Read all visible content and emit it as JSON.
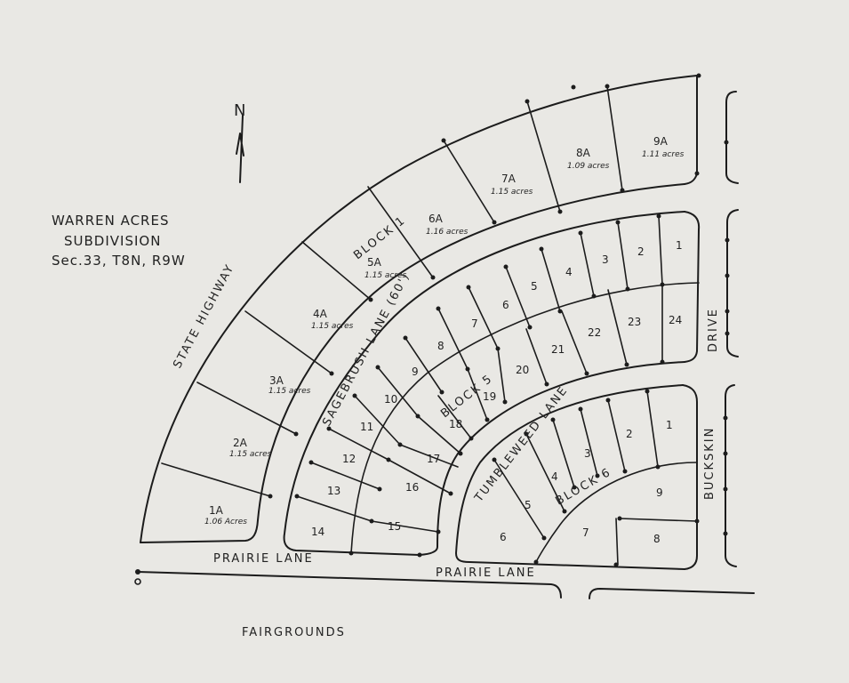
{
  "title": {
    "line1": "WARREN ACRES",
    "line2": "SUBDIVISION",
    "line3": "Sec.33, T8N, R9W"
  },
  "north": "N",
  "roads": {
    "highway": "STATE HIGHWAY",
    "sagebrush": "SAGEBRUSH LANE (60')",
    "tumbleweed": "TUMBLEWEED LANE",
    "prairie_west": "PRAIRIE LANE",
    "prairie_east": "PRAIRIE LANE",
    "drive": "DRIVE",
    "buckskin": "BUCKSKIN"
  },
  "fairgrounds": "FAIRGROUNDS",
  "blocks": {
    "block1": "BLOCK 1",
    "block5": "BLOCK 5",
    "block6": "BLOCK 6"
  },
  "block1_lots": [
    {
      "lot": "1A",
      "acres": "1.06 Acres"
    },
    {
      "lot": "2A",
      "acres": "1.15 acres"
    },
    {
      "lot": "3A",
      "acres": "1.15 acres"
    },
    {
      "lot": "4A",
      "acres": "1.15 acres"
    },
    {
      "lot": "5A",
      "acres": "1.15 acres"
    },
    {
      "lot": "6A",
      "acres": "1.16 acres"
    },
    {
      "lot": "7A",
      "acres": "1.15 acres"
    },
    {
      "lot": "8A",
      "acres": "1.09 acres"
    },
    {
      "lot": "9A",
      "acres": "1.11 acres"
    }
  ],
  "block5_lots": [
    "1",
    "2",
    "3",
    "4",
    "5",
    "6",
    "7",
    "8",
    "9",
    "10",
    "11",
    "12",
    "13",
    "14",
    "15",
    "16",
    "17",
    "18",
    "19",
    "20",
    "21",
    "22",
    "23",
    "24"
  ],
  "block6_lots": [
    "1",
    "2",
    "3",
    "4",
    "5",
    "6",
    "7",
    "8",
    "9"
  ]
}
